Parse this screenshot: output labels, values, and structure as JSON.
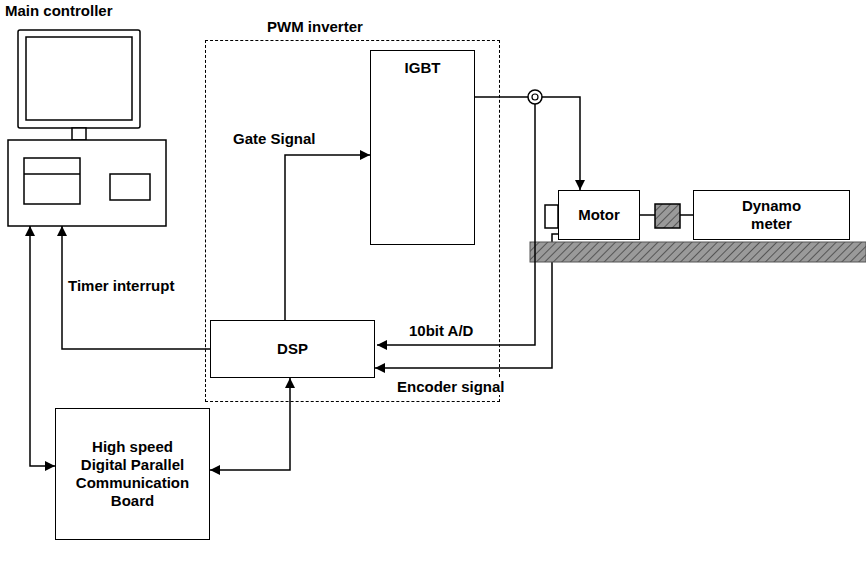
{
  "diagram": {
    "nodes": [
      {
        "text": [
          "Main controller"
        ]
      },
      {
        "text": [
          "PWM inverter"
        ]
      },
      {
        "text": [
          "IGBT"
        ],
        "in": 1
      },
      {
        "text": [
          "DSP"
        ],
        "in": 1
      },
      {
        "text": [
          "High speed Digital Parallel Communication Board"
        ]
      },
      {
        "text": [
          "Motor"
        ]
      },
      {
        "text": [
          "Dynamo meter"
        ]
      }
    ],
    "edges": [
      {
        "from": 3,
        "to": 2,
        "label": "Gate Signal",
        "arrow": "to"
      },
      {
        "from": 3,
        "to": 0,
        "label": "Timer interrupt",
        "arrow": "to"
      },
      {
        "from": 0,
        "to": 4,
        "arrow": "both"
      },
      {
        "from": 4,
        "to": 3,
        "arrow": "both"
      },
      {
        "from": 2,
        "to": 5,
        "arrow": "to"
      },
      {
        "from": 5,
        "to": 3,
        "label": "Encoder signal",
        "arrow": "to"
      },
      {
        "from": 5,
        "to": 6,
        "arrow": "none"
      }
    ],
    "labels": [
      "10bit A/D"
    ]
  }
}
